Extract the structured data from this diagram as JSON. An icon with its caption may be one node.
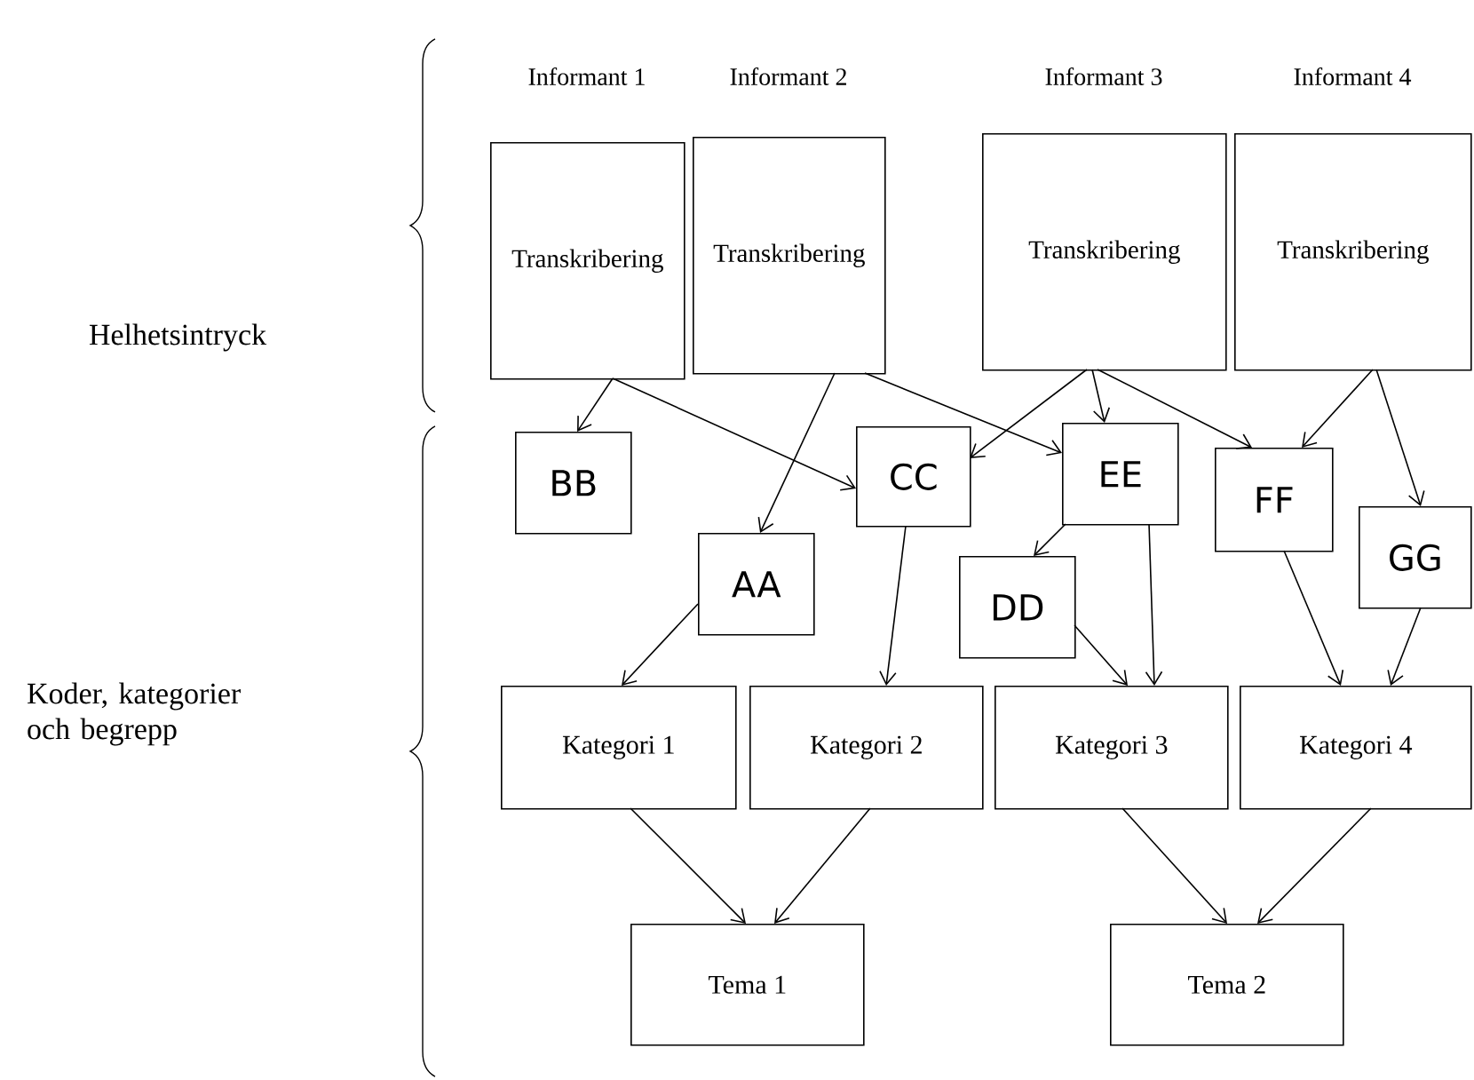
{
  "diagram": {
    "nodes": [
      {
        "text": [
          "Informant 1",
          "Transkribering"
        ]
      },
      {
        "text": [
          "Informant 2",
          "Transkribering"
        ]
      },
      {
        "text": [
          "Informant 3",
          "Transkribering"
        ]
      },
      {
        "text": [
          "Informant 4",
          "Transkribering"
        ]
      },
      {
        "text": [
          "BB"
        ]
      },
      {
        "text": [
          "CC"
        ]
      },
      {
        "text": [
          "EE"
        ]
      },
      {
        "text": [
          "FF"
        ]
      },
      {
        "text": [
          "GG"
        ]
      },
      {
        "text": [
          "AA"
        ]
      },
      {
        "text": [
          "DD"
        ]
      },
      {
        "text": [
          "Kategori 1"
        ]
      },
      {
        "text": [
          "Kategori 2"
        ]
      },
      {
        "text": [
          "Kategori 3"
        ]
      },
      {
        "text": [
          "Kategori 4"
        ]
      },
      {
        "text": [
          "Tema 1"
        ]
      },
      {
        "text": [
          "Tema 2"
        ]
      }
    ],
    "edges": [
      {
        "from": 0,
        "to": 4,
        "arrow": "to"
      },
      {
        "from": 0,
        "to": 5,
        "arrow": "to"
      },
      {
        "from": 1,
        "to": 9,
        "arrow": "to"
      },
      {
        "from": 1,
        "to": 6,
        "arrow": "to"
      },
      {
        "from": 2,
        "to": 5,
        "arrow": "to"
      },
      {
        "from": 2,
        "to": 6,
        "arrow": "to"
      },
      {
        "from": 2,
        "to": 7,
        "arrow": "to"
      },
      {
        "from": 3,
        "to": 7,
        "arrow": "to"
      },
      {
        "from": 3,
        "to": 8,
        "arrow": "to"
      },
      {
        "from": 6,
        "to": 10,
        "arrow": "to"
      },
      {
        "from": 9,
        "to": 11,
        "arrow": "to"
      },
      {
        "from": 5,
        "to": 12,
        "arrow": "to"
      },
      {
        "from": 10,
        "to": 13,
        "arrow": "to"
      },
      {
        "from": 6,
        "to": 13,
        "arrow": "to"
      },
      {
        "from": 7,
        "to": 14,
        "arrow": "to"
      },
      {
        "from": 8,
        "to": 14,
        "arrow": "to"
      },
      {
        "from": 11,
        "to": 15,
        "arrow": "to"
      },
      {
        "from": 12,
        "to": 15,
        "arrow": "to"
      },
      {
        "from": 13,
        "to": 16,
        "arrow": "to"
      },
      {
        "from": 14,
        "to": 16,
        "arrow": "to"
      }
    ],
    "labels": [
      "Helhetsintryck",
      "Koder, kategorier och begrepp"
    ]
  }
}
